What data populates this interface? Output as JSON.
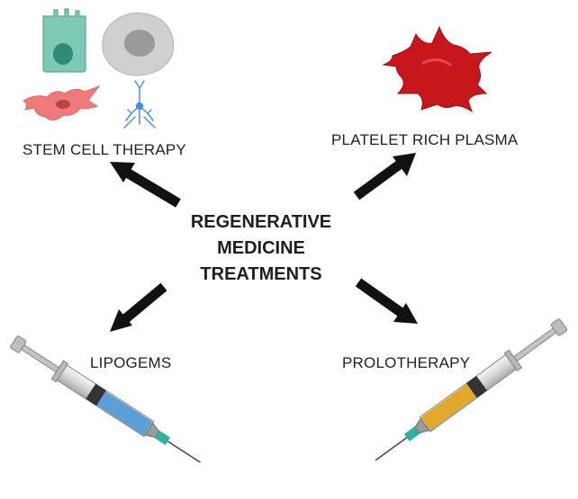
{
  "center": {
    "line1": "REGENERATIVE",
    "line2": "MEDICINE",
    "line3": "TREATMENTS"
  },
  "treatments": {
    "stem_cell": "STEM CELL THERAPY",
    "prp": "PLATELET RICH PLASMA",
    "lipogems": "LIPOGEMS",
    "prolotherapy": "PROLOTHERAPY"
  },
  "colors": {
    "arrow": "#111111",
    "epithelial_cell": "#7ec9b4",
    "cell_nucleus_teal": "#2e8c74",
    "round_cell": "#cccccc",
    "round_cell_nucleus": "#9a9a9a",
    "fibroblast": "#f07a7a",
    "neuron": "#4a90e2",
    "platelet": "#c8161d",
    "syringe_blue_fluid": "#5b9fd6",
    "syringe_yellow_fluid": "#e0a92a",
    "needle_hub": "#2bb3a0"
  }
}
